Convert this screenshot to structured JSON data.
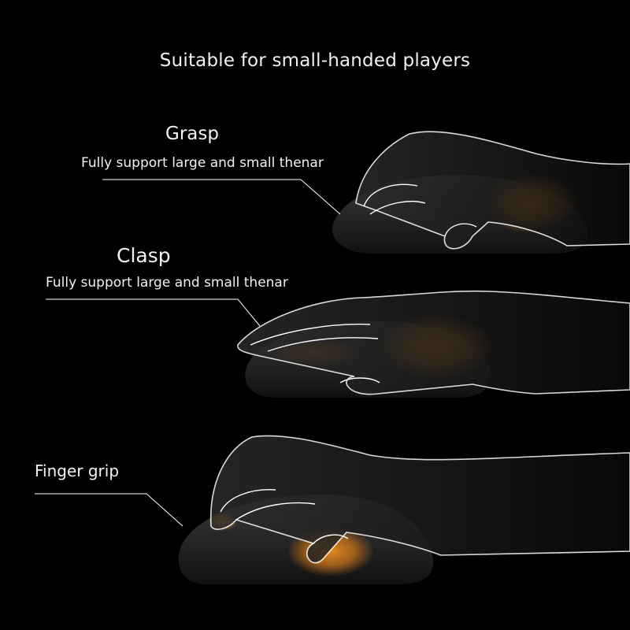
{
  "headline": "Suitable for small-handed players",
  "grips": [
    {
      "title": "Grasp",
      "description": "Fully support large and small thenar"
    },
    {
      "title": "Clasp",
      "description": "Fully support large and small thenar"
    },
    {
      "title": "Finger grip",
      "description": ""
    }
  ],
  "colors": {
    "background": "#000000",
    "text": "#f2f2f2",
    "highlight": "#f0901e",
    "mouse_body": "#2a2a2a",
    "outline": "#ffffff"
  }
}
